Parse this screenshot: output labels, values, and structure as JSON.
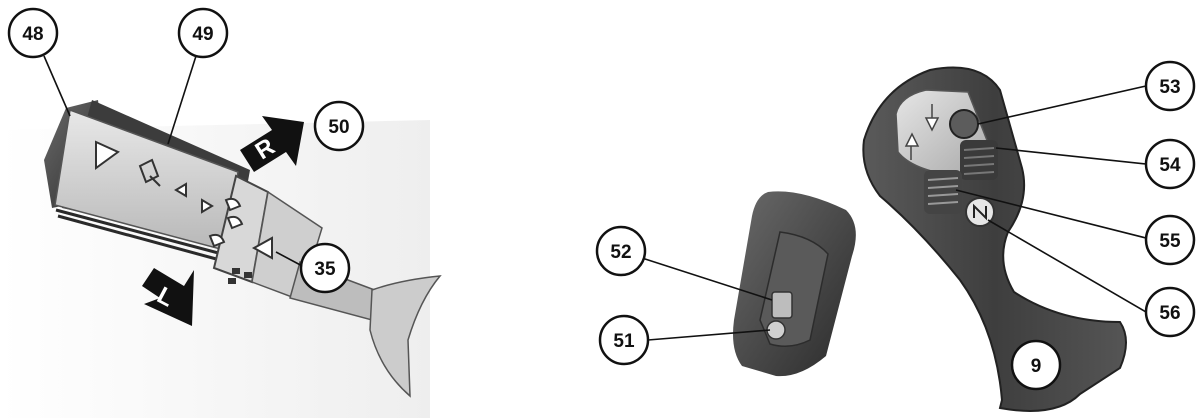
{
  "figure": {
    "left_part": {
      "name": "turn signal and wiper stalk"
    },
    "middle_part": {
      "name": "side switch unit"
    },
    "right_part": {
      "name": "control joystick"
    }
  },
  "direction_arrows": {
    "right": {
      "letter": "R"
    },
    "left": {
      "letter": "L"
    }
  },
  "stalk_symbols": [
    "triangle-icon",
    "washer-icon",
    "direction-arrows-icon",
    "wiper-icon",
    "headlight-icon"
  ],
  "callouts": [
    {
      "id": "c48",
      "label": "48"
    },
    {
      "id": "c49",
      "label": "49"
    },
    {
      "id": "c50",
      "label": "50"
    },
    {
      "id": "c35",
      "label": "35"
    },
    {
      "id": "c52",
      "label": "52"
    },
    {
      "id": "c51",
      "label": "51"
    },
    {
      "id": "c53",
      "label": "53"
    },
    {
      "id": "c54",
      "label": "54"
    },
    {
      "id": "c55",
      "label": "55"
    },
    {
      "id": "c56",
      "label": "56"
    },
    {
      "id": "c9",
      "label": "9"
    }
  ],
  "colors": {
    "stalk_dark": "#3a3a3a",
    "stalk_light": "#d9d9d9",
    "joystick_dark": "#4a4a4a",
    "panel_light": "#cfcfcf",
    "callout_fill": "#ffffff",
    "callout_stroke": "#111111"
  }
}
